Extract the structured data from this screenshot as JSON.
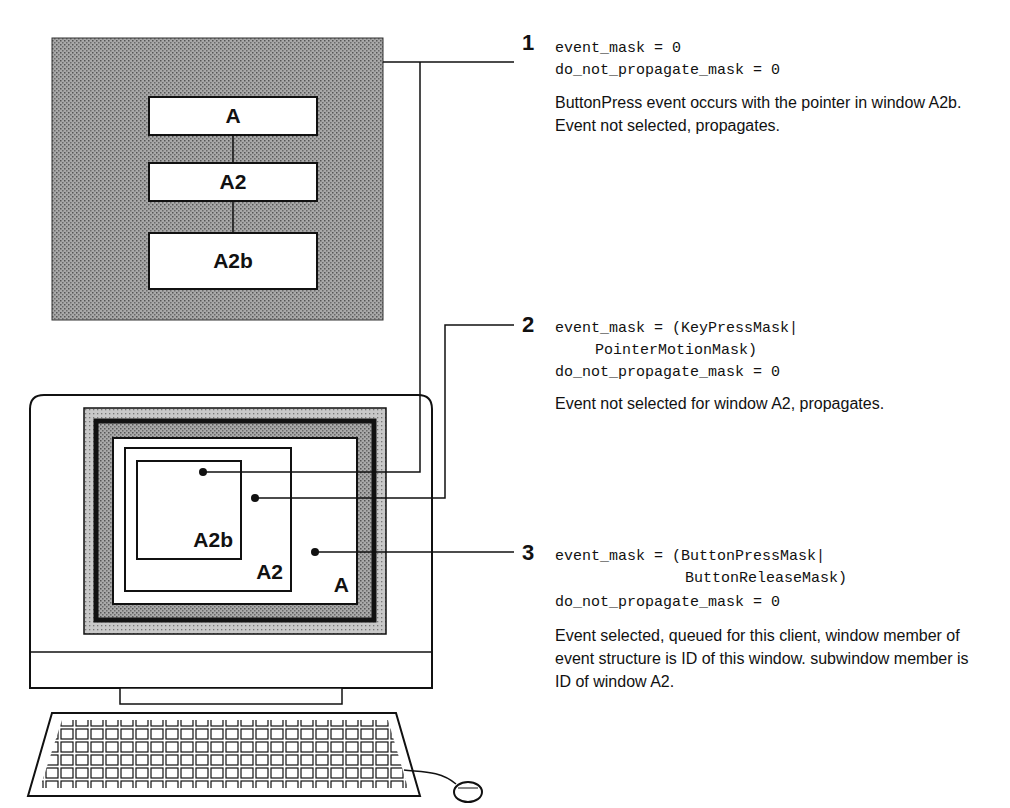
{
  "diagram": {
    "nodes": [
      {
        "text": [
          "A"
        ]
      },
      {
        "text": [
          "A2"
        ]
      },
      {
        "text": [
          "A2b"
        ]
      },
      {
        "text": [
          "A"
        ]
      },
      {
        "text": [
          "A2"
        ],
        "in": 3
      },
      {
        "text": [
          "A2b"
        ],
        "in": 4
      }
    ],
    "edges": [
      {
        "from": 0,
        "to": 1,
        "arrow": "none"
      },
      {
        "from": 1,
        "to": 2,
        "arrow": "none"
      }
    ],
    "labels": [
      "1",
      "event_mask = 0",
      "do_not_propagate_mask = 0",
      "ButtonPress event occurs with the pointer in window A2b. Event not selected, propagates.",
      "2",
      "event_mask = (KeyPressMask| PointerMotionMask)",
      "do_not_propagate_mask = 0",
      "Event not selected for window A2, propagates.",
      "3",
      "event_mask = (ButtonPressMask| ButtonReleaseMask)",
      "do_not_propagate_mask = 0",
      "Event selected, queued for this client, window member of event structure is ID of this window. subwindow member is ID of window A2."
    ]
  }
}
